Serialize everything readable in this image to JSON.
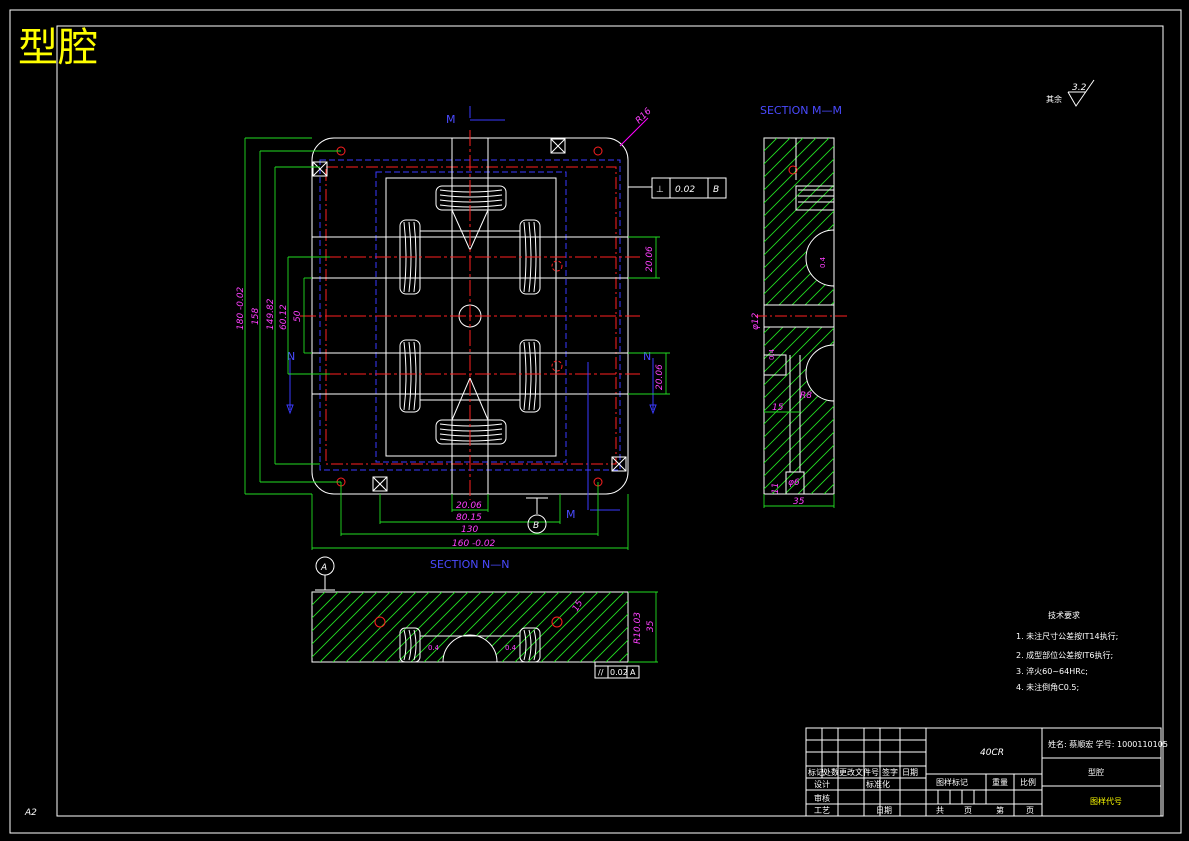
{
  "title_big": "型腔",
  "sheet_size": "A2",
  "roughness_note": {
    "prefix": "其余",
    "value": "3.2"
  },
  "sections": {
    "mm": "SECTION M—M",
    "nn": "SECTION N—N"
  },
  "markers": {
    "m": "M",
    "n": "N",
    "datum_a": "A",
    "datum_b": "B"
  },
  "tolerance_frames": [
    {
      "symbol": "⊥",
      "value": "0.02",
      "datum": "B"
    },
    {
      "symbol": "//",
      "value": "0.02",
      "datum": "A"
    }
  ],
  "dimensions": {
    "r16": "R16",
    "d20_06_a": "20.06",
    "d20_06_b": "20.06",
    "d20_06_c": "20.06",
    "d80_15": "80.15",
    "d130": "130",
    "d160": "160",
    "d160_tol": "-0.02",
    "d180": "180",
    "d180_tol": "-0.02",
    "d158": "158",
    "d149": "149.82",
    "d60": "60.12",
    "d50": "50",
    "phi12": "φ12",
    "d15": "15",
    "d35_side": "35",
    "d11": "11",
    "phi6": "φ6",
    "r8": "R8",
    "r10": "R10.03",
    "d35_bottom": "35",
    "d15_bottom": "15",
    "ra_small_a": "0.4",
    "ra_small_b": "0.4",
    "ra_small_c": "0.4",
    "ra_small_d": "0.4"
  },
  "tech_requirements": {
    "title": "技术要求",
    "items": [
      "1. 未注尺寸公差按IT14执行;",
      "2. 成型部位公差按IT6执行;",
      "3. 淬火60~64HRc;",
      "4. 未注倒角C0.5;"
    ]
  },
  "title_block": {
    "material": "40CR",
    "designer_info": "姓名: 蔡顺宏  学号: 1000110105",
    "part_name": "型腔",
    "drawing_no": "图样代号",
    "row_labels": [
      "标记",
      "处数",
      "更改文件号",
      "签字",
      "日期"
    ],
    "design": "设计",
    "standardize": "标准化",
    "review": "审核",
    "process": "工艺",
    "date": "日期",
    "stage_mark": "图样标记",
    "weight": "重量",
    "scale": "比例",
    "total": "共",
    "sheet": "页",
    "number": "第",
    "page": "页"
  }
}
